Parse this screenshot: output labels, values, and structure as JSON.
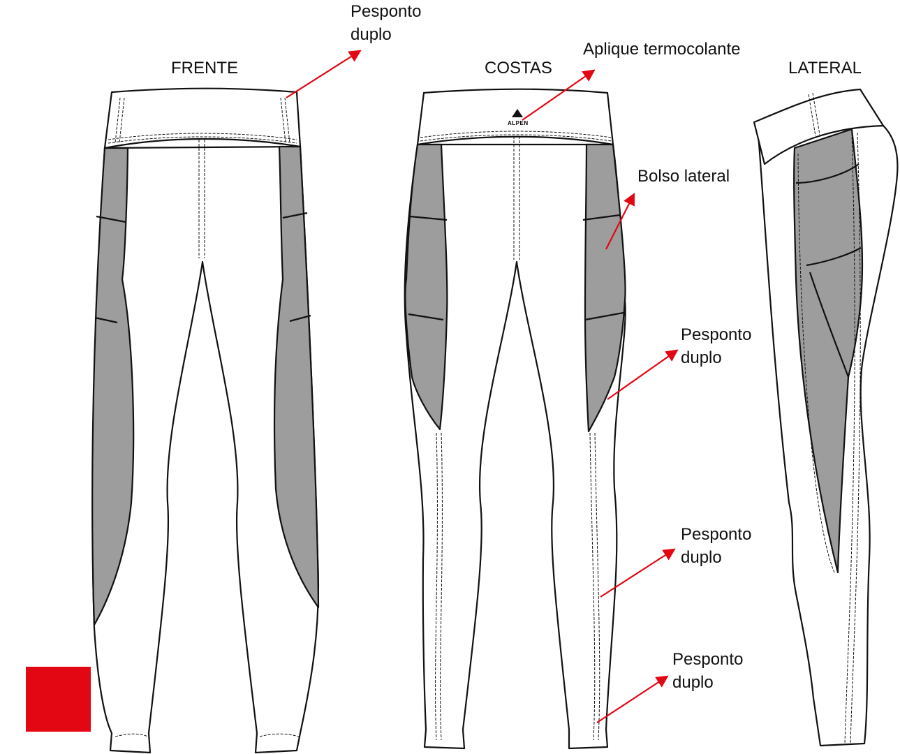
{
  "views": {
    "front": "FRENTE",
    "back": "COSTAS",
    "side": "LATERAL"
  },
  "logo_text": "ALPEN",
  "callouts": [
    {
      "line1": "Pesponto",
      "line2": "duplo"
    },
    {
      "line1": "Aplique termocolante",
      "line2": ""
    },
    {
      "line1": "Bolso lateral",
      "line2": ""
    },
    {
      "line1": "Pesponto",
      "line2": "duplo"
    },
    {
      "line1": "Pesponto",
      "line2": "duplo"
    },
    {
      "line1": "Pesponto",
      "line2": "duplo"
    }
  ],
  "colors": {
    "accent": "#e30613",
    "panel": "#9d9d9d",
    "outline": "#111111"
  }
}
